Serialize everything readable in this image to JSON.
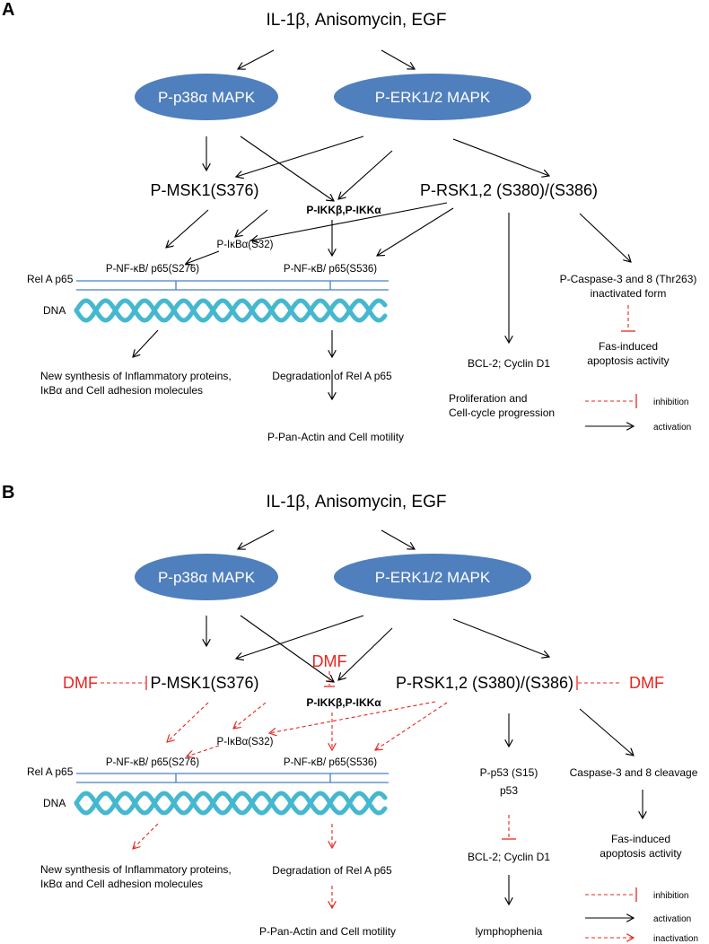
{
  "panel_a": {
    "label": "A",
    "stimuli": "IL-1β, Anisomycin, EGF",
    "p38": "P-p38α MAPK",
    "erk": "P-ERK1/2 MAPK",
    "msk1": "P-MSK1(S376)",
    "ikk": "P-IKKβ,P-IKKα",
    "rsk": "P-RSK1,2 (S380)/(S386)",
    "ikba": "P-IκBα(S32)",
    "nfkb_276": "P-NF-κB/ p65(S276)",
    "nfkb_536": "P-NF-κB/ p65(S536)",
    "rel_a": "Rel A p65",
    "dna": "DNA",
    "caspase_line1": "P-Caspase-3 and 8 (Thr263)",
    "caspase_line2": "inactivated form",
    "fas_line1": "Fas-induced",
    "fas_line2": "apoptosis activity",
    "bcl2": "BCL-2; Cyclin D1",
    "synthesis_line1": "New synthesis of Inflammatory proteins,",
    "synthesis_line2": "IκBα and Cell adhesion molecules",
    "degradation": "Degradation of Rel A p65",
    "actin": "P-Pan-Actin and Cell motility",
    "prolif_line1": "Proliferation and",
    "prolif_line2": "Cell-cycle progression",
    "legend_inhibition": "inhibition",
    "legend_activation": "activation"
  },
  "panel_b": {
    "label": "B",
    "stimuli": "IL-1β, Anisomycin, EGF",
    "p38": "P-p38α MAPK",
    "erk": "P-ERK1/2 MAPK",
    "msk1": "P-MSK1(S376)",
    "ikk": "P-IKKβ,P-IKKα",
    "rsk": "P-RSK1,2 (S380)/(S386)",
    "dmf_left": "DMF",
    "dmf_center": "DMF",
    "dmf_right": "DMF",
    "ikba": "P-IκBα(S32)",
    "nfkb_276": "P-NF-κB/ p65(S276)",
    "nfkb_536": "P-NF-κB/ p65(S536)",
    "rel_a": "Rel A p65",
    "dna": "DNA",
    "p53_line1": "P-p53 (S15)",
    "p53_line2": "p53",
    "caspase_cleavage": "Caspase-3 and 8 cleavage",
    "fas_line1": "Fas-induced",
    "fas_line2": "apoptosis activity",
    "bcl2": "BCL-2; Cyclin D1",
    "synthesis_line1": "New synthesis of Inflammatory  proteins,",
    "synthesis_line2": "IκBα and Cell adhesion molecules",
    "degradation": "Degradation of Rel A p65",
    "actin": "P-Pan-Actin and Cell motility",
    "lymphopenia": "lymphophenia",
    "legend_inhibition": "inhibition",
    "legend_activation": "activation",
    "legend_inactivation": "inactivation"
  },
  "colors": {
    "ellipse": "#4f7fbd",
    "dna": "#45b8cf",
    "membrane": "#4a7fc1",
    "red": "#e8251f"
  }
}
